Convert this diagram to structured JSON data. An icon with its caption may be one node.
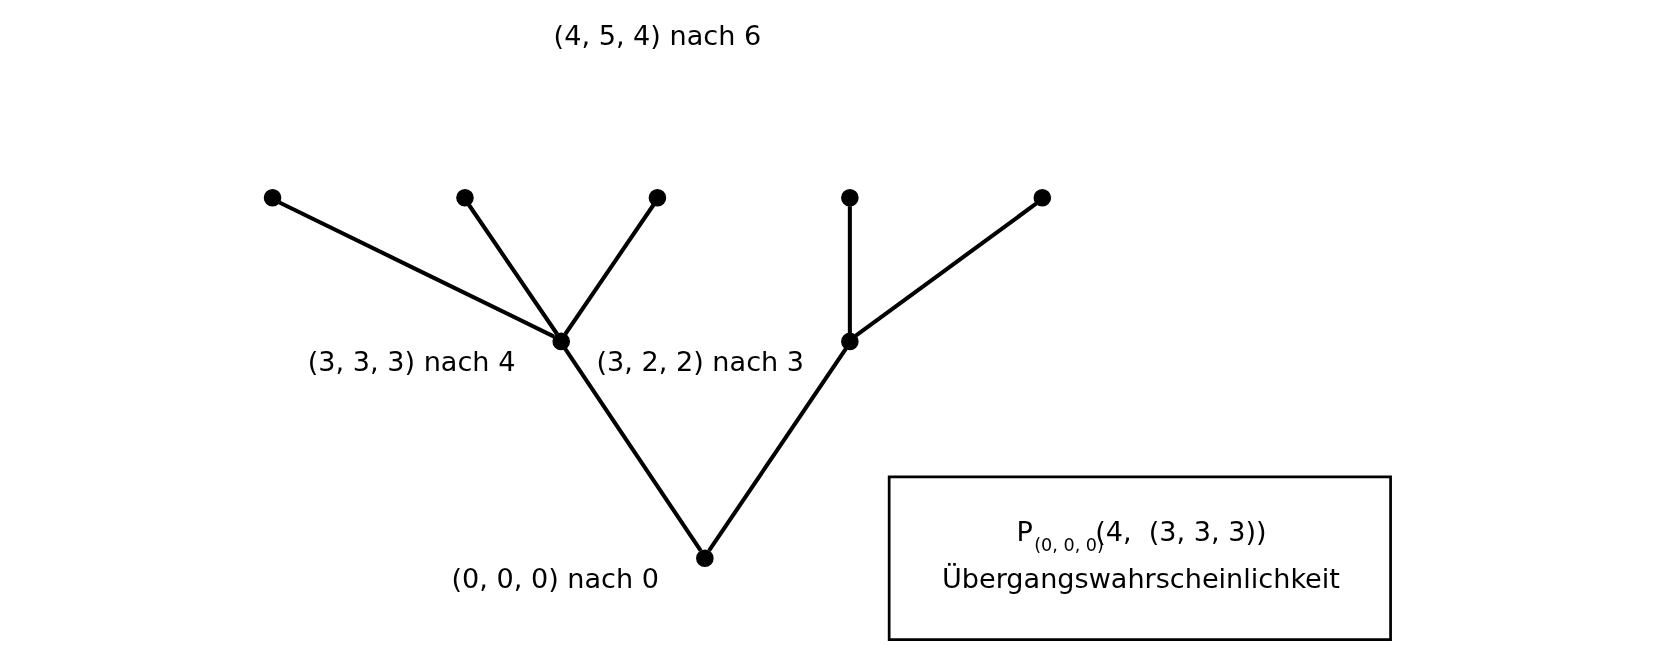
{
  "diagram": {
    "nodes": [
      {
        "text": [],
        "shape": "circle"
      },
      {
        "text": [],
        "shape": "circle"
      },
      {
        "text": [],
        "shape": "circle"
      },
      {
        "text": [],
        "shape": "circle"
      },
      {
        "text": [],
        "shape": "circle"
      },
      {
        "text": [],
        "shape": "circle",
        "beside": [
          "(3, 3, 3) nach 4"
        ]
      },
      {
        "text": [],
        "shape": "circle",
        "beside": [
          "(3, 2, 2) nach 3"
        ]
      },
      {
        "text": [],
        "shape": "circle",
        "beside": [
          "(0, 0, 0) nach 0"
        ]
      },
      {
        "text": [
          "P$_{(0, 0, 0)}$(4,  (3, 3, 3))",
          "Übergangswahrscheinlichkeit"
        ]
      }
    ],
    "edges": [
      {
        "from": 7,
        "to": 5,
        "arrow": "none"
      },
      {
        "from": 7,
        "to": 6,
        "arrow": "none"
      },
      {
        "from": 5,
        "to": 0,
        "arrow": "none"
      },
      {
        "from": 5,
        "to": 1,
        "arrow": "none"
      },
      {
        "from": 5,
        "to": 2,
        "arrow": "none"
      },
      {
        "from": 6,
        "to": 3,
        "arrow": "none"
      },
      {
        "from": 6,
        "to": 4,
        "arrow": "none"
      }
    ],
    "labels": [
      "(4, 5, 4) nach 6"
    ]
  }
}
